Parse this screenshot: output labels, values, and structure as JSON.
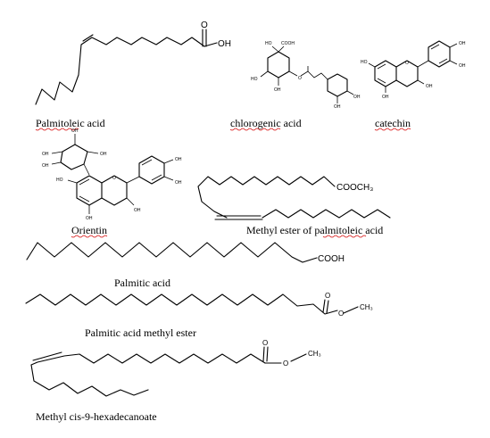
{
  "structures": [
    {
      "id": "palmitoleic",
      "name": "Palmitoleic acid",
      "labels": [
        "O",
        "OH"
      ]
    },
    {
      "id": "chlorogenic",
      "name": "chlorogenic acid",
      "labels": [
        "HO",
        "COOH",
        "HO",
        "OH",
        "O",
        "OH",
        "OH"
      ]
    },
    {
      "id": "catechin",
      "name": "catechin",
      "labels": [
        "HO",
        "O",
        "OH",
        "OH",
        "OH",
        "OH"
      ]
    },
    {
      "id": "orientin",
      "name": "Orientin",
      "labels": [
        "OH",
        "OH",
        "OH",
        "OH",
        "HO",
        "O",
        "OH",
        "OH",
        "OH"
      ]
    },
    {
      "id": "methyl-palmitoleate",
      "name": "Methyl ester of palmitoleic acid",
      "labels": [
        "COOCH₃"
      ]
    },
    {
      "id": "palmitic",
      "name": "Palmitic acid",
      "labels": [
        "COOH"
      ]
    },
    {
      "id": "palmitic-methyl",
      "name": "Palmitic acid methyl ester",
      "labels": [
        "O",
        "O",
        "CH₃"
      ]
    },
    {
      "id": "methyl-cis9",
      "name": "Methyl cis-9-hexadecanoate",
      "labels": [
        "O",
        "O",
        "CH₃"
      ]
    }
  ]
}
